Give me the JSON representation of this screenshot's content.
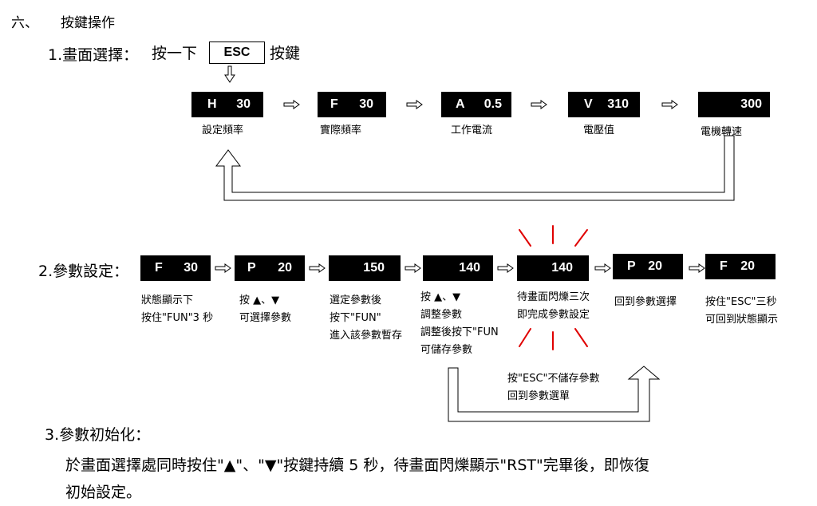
{
  "section": {
    "number": "六、",
    "title": "按鍵操作"
  },
  "part1": {
    "heading": "1.畫面選擇：",
    "press_prefix": "按一下",
    "key": "ESC",
    "press_suffix": "按鍵",
    "displays": [
      {
        "left": "H",
        "right": "30",
        "label": "設定頻率"
      },
      {
        "left": "F",
        "right": "30",
        "label": "實際頻率"
      },
      {
        "left": "A",
        "right": "0.5",
        "label": "工作電流"
      },
      {
        "left": "V",
        "right": "310",
        "label": "電壓值"
      },
      {
        "left": "",
        "right": "300",
        "label": "電機轉速"
      }
    ]
  },
  "part2": {
    "heading": "2.參數設定：",
    "displays": [
      {
        "left": "F",
        "right": "30"
      },
      {
        "left": "P",
        "right": "20"
      },
      {
        "left": "",
        "right": "150"
      },
      {
        "left": "",
        "right": "140"
      },
      {
        "left": "",
        "right": "140"
      },
      {
        "left": "P",
        "right": "20"
      },
      {
        "left": "F",
        "right": "20"
      }
    ],
    "desc": {
      "d1_l1": "狀態顯示下",
      "d1_l2": "按住\"FUN\"3 秒",
      "d2_l1_a": "按",
      "d2_sep": "、",
      "d2_l2": "可選擇參數",
      "d3_l1": "選定參數後",
      "d3_l2": "按下\"FUN\"",
      "d3_l3": "進入該參數暫存",
      "d4_l1_a": "按",
      "d4_sep": "、",
      "d4_l2": "調整參數",
      "d4_l3": "調整後按下\"FUN",
      "d4_l4": "可儲存參數",
      "d5_l1": "待畫面閃爍三次",
      "d5_l2": "即完成參數設定",
      "d6_l1": "回到參數選擇",
      "d7_l1": "按住\"ESC\"三秒",
      "d7_l2": "可回到狀態顯示",
      "esc_l1": "按\"ESC\"不儲存參數",
      "esc_l2": "回到參數選單"
    },
    "flash_color": "#e00000"
  },
  "part3": {
    "heading": "3.參數初始化：",
    "body_a": "於畫面選擇處同時按住\"",
    "body_b": "\"、\"",
    "body_c": "\"按鍵持續 5 秒，待畫面閃爍顯示\"RST\"完畢後，即恢復",
    "body_line2": "初始設定。"
  }
}
